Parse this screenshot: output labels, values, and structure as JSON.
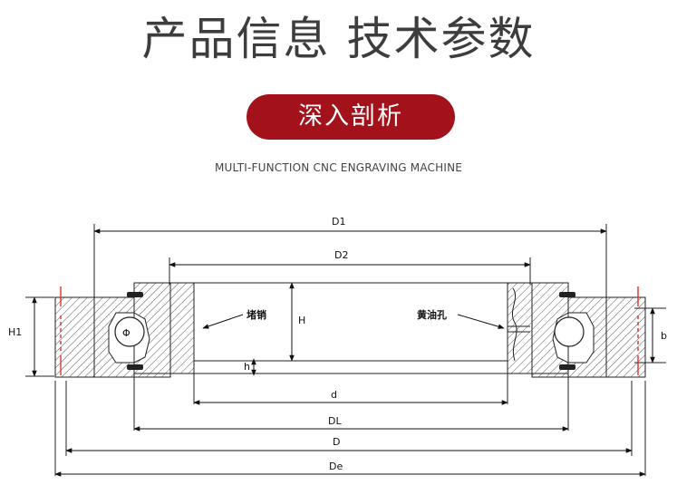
{
  "header": {
    "title": "产品信息 技术参数",
    "pill_label": "深入剖析",
    "subtitle": "MULTI-FUNCTION CNC ENGRAVING MACHINE"
  },
  "diagram": {
    "dimension_labels": {
      "D1": "D1",
      "D2": "D2",
      "H1": "H1",
      "H": "H",
      "b": "b",
      "h": "h",
      "d": "d",
      "DL": "DL",
      "D": "D",
      "De": "De"
    },
    "callouts": {
      "plug_pin": "堵销",
      "grease_hole": "黄油孔"
    },
    "ball_symbol": "Φ",
    "colors": {
      "accent": "#a3121a",
      "line": "#222222",
      "marker": "#e0302a"
    }
  }
}
